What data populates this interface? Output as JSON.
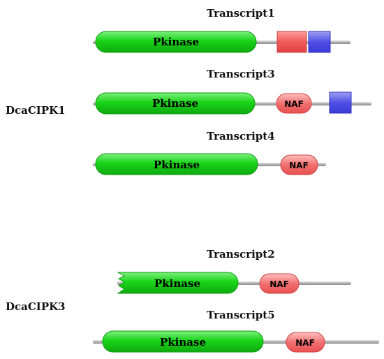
{
  "genes": [
    {
      "label": "DcaCIPK1"
    },
    {
      "label": "DcaCIPK3"
    }
  ],
  "transcripts": [
    {
      "label": "Transcript1",
      "pkinase": "Pkinase",
      "naf": ""
    },
    {
      "label": "Transcript3",
      "pkinase": "Pkinase",
      "naf": "NAF"
    },
    {
      "label": "Transcript4",
      "pkinase": "Pkinase",
      "naf": "NAF"
    },
    {
      "label": "Transcript2",
      "pkinase": "Pkinase",
      "naf": "NAF"
    },
    {
      "label": "Transcript5",
      "pkinase": "Pkinase",
      "naf": "NAF"
    }
  ],
  "colors": {
    "pkinase": "#2ed62e",
    "naf": "#f27a7a",
    "blue_box": "#5a5ae6",
    "red_box": "#f06262",
    "backbone": "#b8b8b8"
  }
}
